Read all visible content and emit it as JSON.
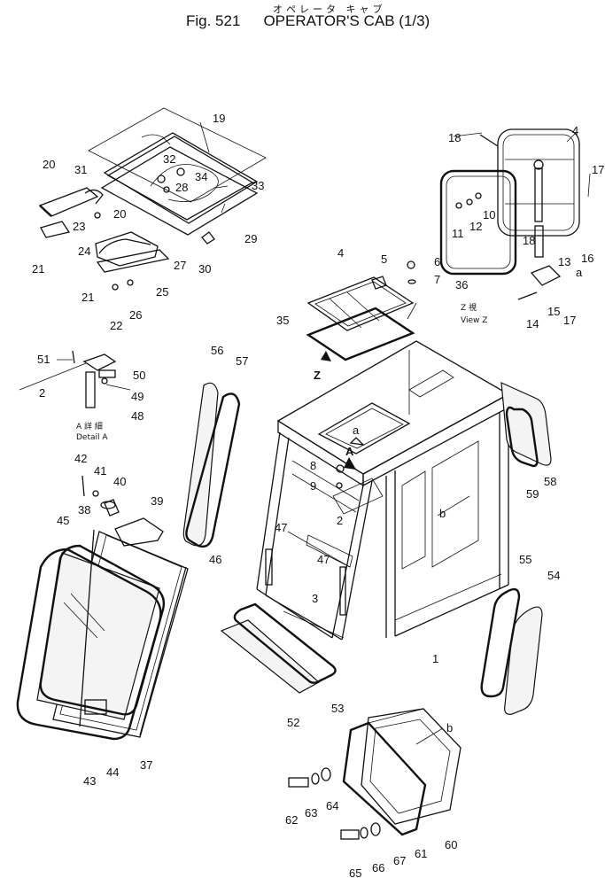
{
  "header": {
    "subtitle_jp": "オペレータ キャブ",
    "fig_label": "Fig. 521",
    "title": "OPERATOR'S CAB (1/3)"
  },
  "notes": {
    "view_z_jp": "Z 視",
    "view_z": "View Z",
    "detail_a_jp": "A 詳 細",
    "detail_a": "Detail A",
    "arrow_z": "Z",
    "arrow_a": "A",
    "ref_a": "a",
    "ref_b": "b"
  },
  "callouts": [
    "1",
    "2",
    "3",
    "4",
    "5",
    "6",
    "7",
    "8",
    "9",
    "10",
    "11",
    "12",
    "13",
    "14",
    "15",
    "16",
    "17",
    "18",
    "19",
    "20",
    "21",
    "22",
    "23",
    "24",
    "25",
    "26",
    "27",
    "28",
    "29",
    "30",
    "31",
    "32",
    "33",
    "34",
    "35",
    "36",
    "37",
    "38",
    "39",
    "40",
    "41",
    "42",
    "43",
    "44",
    "45",
    "46",
    "47",
    "48",
    "49",
    "50",
    "51",
    "52",
    "53",
    "54",
    "55",
    "56",
    "57",
    "58",
    "59",
    "60",
    "61",
    "62",
    "63",
    "64",
    "65",
    "66",
    "67"
  ]
}
